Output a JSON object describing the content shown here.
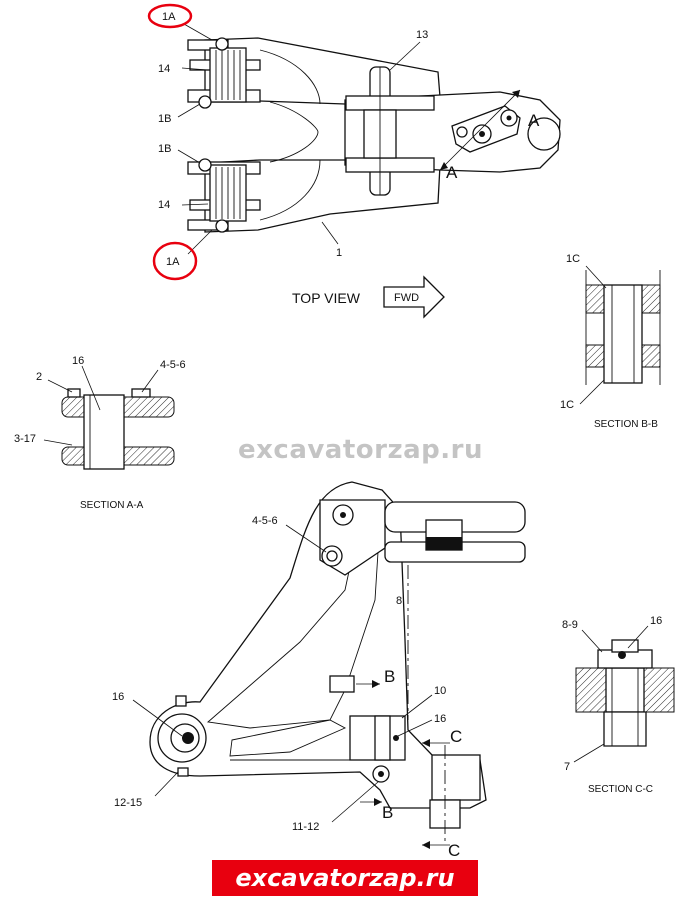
{
  "labels": {
    "top_1a_top": "1A",
    "top_14_top": "14",
    "top_1b_upper": "1B",
    "top_1b_lower": "1B",
    "top_14_bottom": "14",
    "top_1a_bottom": "1A",
    "top_13": "13",
    "top_1": "1",
    "top_a_right": "A",
    "top_a_lower": "A",
    "bb_1c_top": "1C",
    "bb_1c_bottom": "1C",
    "aa_16": "16",
    "aa_2": "2",
    "aa_456": "4-5-6",
    "aa_317": "3-17",
    "side_456": "4-5-6",
    "side_8": "8",
    "side_b_top": "B",
    "side_10": "10",
    "side_16_right": "16",
    "side_16_left": "16",
    "side_c_top": "C",
    "side_1215": "12-15",
    "side_1112": "11-12",
    "side_b_bottom": "B",
    "side_c_bottom": "C",
    "cc_89": "8-9",
    "cc_16": "16",
    "cc_7": "7"
  },
  "titles": {
    "top_view": "TOP VIEW",
    "fwd": "FWD",
    "section_aa": "SECTION A-A",
    "section_bb": "SECTION B-B",
    "section_cc": "SECTION C-C"
  },
  "watermark": "excavatorzap.ru",
  "banner": "excavatorzap.ru",
  "colors": {
    "highlight": "#e8000f",
    "banner_bg": "#e8000f",
    "watermark": "#c4c4c4"
  }
}
